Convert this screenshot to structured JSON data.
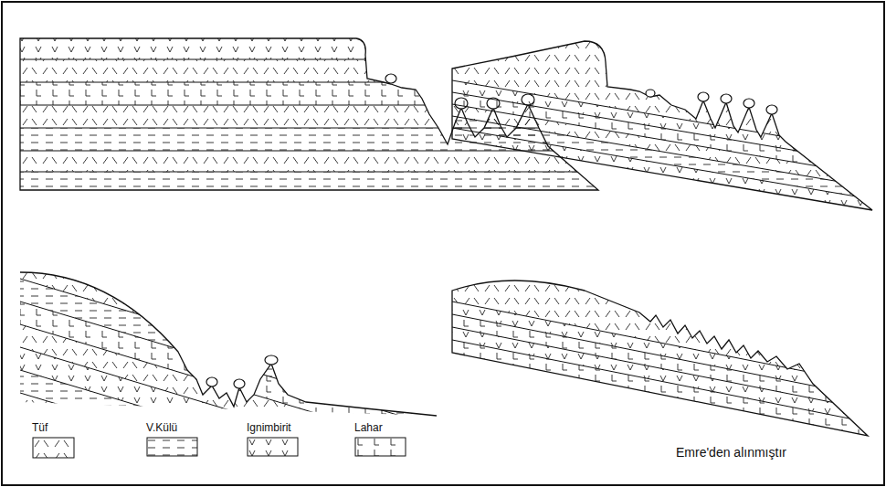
{
  "diagram": {
    "labels": [
      "Emre'den alınmıştır"
    ],
    "legend": [
      {
        "text": "Tüf"
      },
      {
        "text": "V.Külü"
      },
      {
        "text": "Ignimbirit"
      },
      {
        "text": "Lahar"
      }
    ]
  }
}
